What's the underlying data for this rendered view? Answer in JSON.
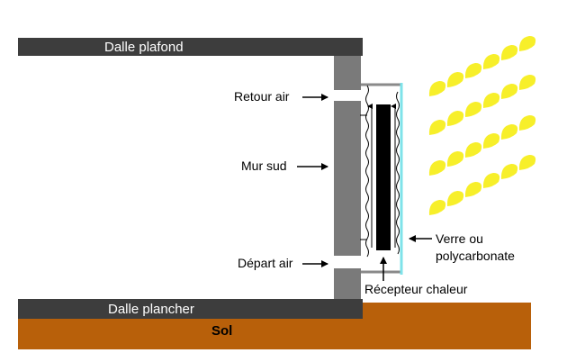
{
  "labels": {
    "ceiling_slab": "Dalle plafond",
    "floor_slab": "Dalle plancher",
    "ground": "Sol",
    "return_air": "Retour air",
    "south_wall": "Mur sud",
    "supply_air": "Départ air",
    "glazing_line1": "Verre ou",
    "glazing_line2": "polycarbonate",
    "heat_receiver": "Récepteur chaleur"
  },
  "colors": {
    "slab": "#3d3d3d",
    "wall": "#7a7a7a",
    "ground": "#b8600a",
    "glazing": "#7fe3ea",
    "receiver": "#000000",
    "sun_ray": "#f7ef2a"
  }
}
